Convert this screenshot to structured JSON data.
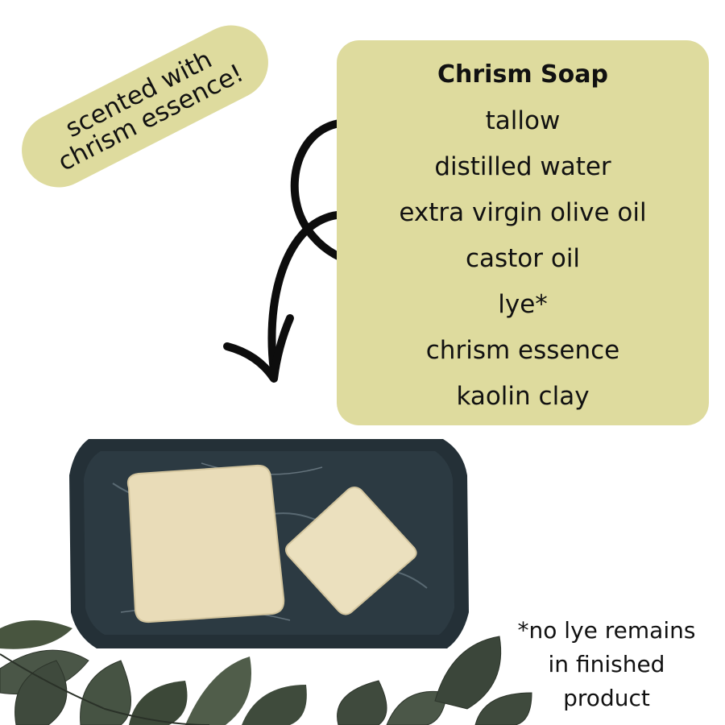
{
  "badge": {
    "line1": "scented with",
    "line2": "chrism essence!"
  },
  "ingredients_card": {
    "title": "Chrism Soap",
    "items": [
      "tallow",
      "distilled water",
      "extra virgin olive oil",
      "castor oil",
      "lye*",
      "chrism essence",
      "kaolin clay"
    ]
  },
  "footnote": {
    "line1": "*no lye remains",
    "line2": "in finished",
    "line3": "product"
  },
  "colors": {
    "card_bg": "#dedb9e",
    "text": "#111111",
    "dish": "#243037",
    "soap": "#e9dcb8",
    "leaf": "#3f4a3d"
  },
  "icons": {
    "arrow": "curly-arrow-icon"
  }
}
